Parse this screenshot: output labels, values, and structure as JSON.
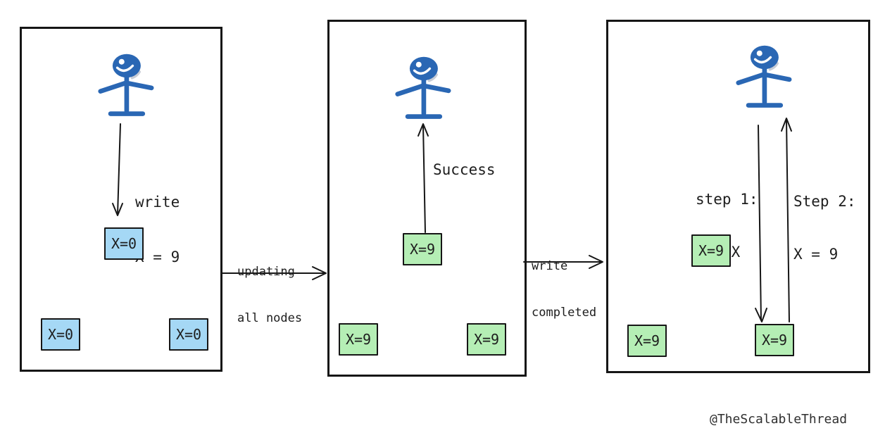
{
  "colors": {
    "stroke": "#161616",
    "text": "#1d1d1d",
    "node_blue": "#a5d8f5",
    "node_green": "#b5eeb5",
    "figure_blue": "#2a67b4"
  },
  "panel1": {
    "description": "client writes X=9 to primary node, replicas still hold X=0",
    "write_label": {
      "line1": "write",
      "line2": "X = 9"
    },
    "nodes": {
      "center": "X=0",
      "left": "X=0",
      "right": "X=0"
    }
  },
  "transition1": {
    "line1": "updating",
    "line2": "all nodes"
  },
  "panel2": {
    "description": "all nodes updated, success returned to client",
    "success_label": "Success",
    "nodes": {
      "center": "X=9",
      "left": "X=9",
      "right": "X=9"
    }
  },
  "transition2": {
    "line1": "write",
    "line2": "completed"
  },
  "panel3": {
    "description": "client reads X from a node and gets 9",
    "step1_label": {
      "line1": "step 1:",
      "line2": "Get X"
    },
    "step2_label": {
      "line1": "Step 2:",
      "line2": "X = 9"
    },
    "nodes": {
      "mid": "X=9",
      "left": "X=9",
      "target": "X=9"
    }
  },
  "watermark": "@TheScalableThread"
}
